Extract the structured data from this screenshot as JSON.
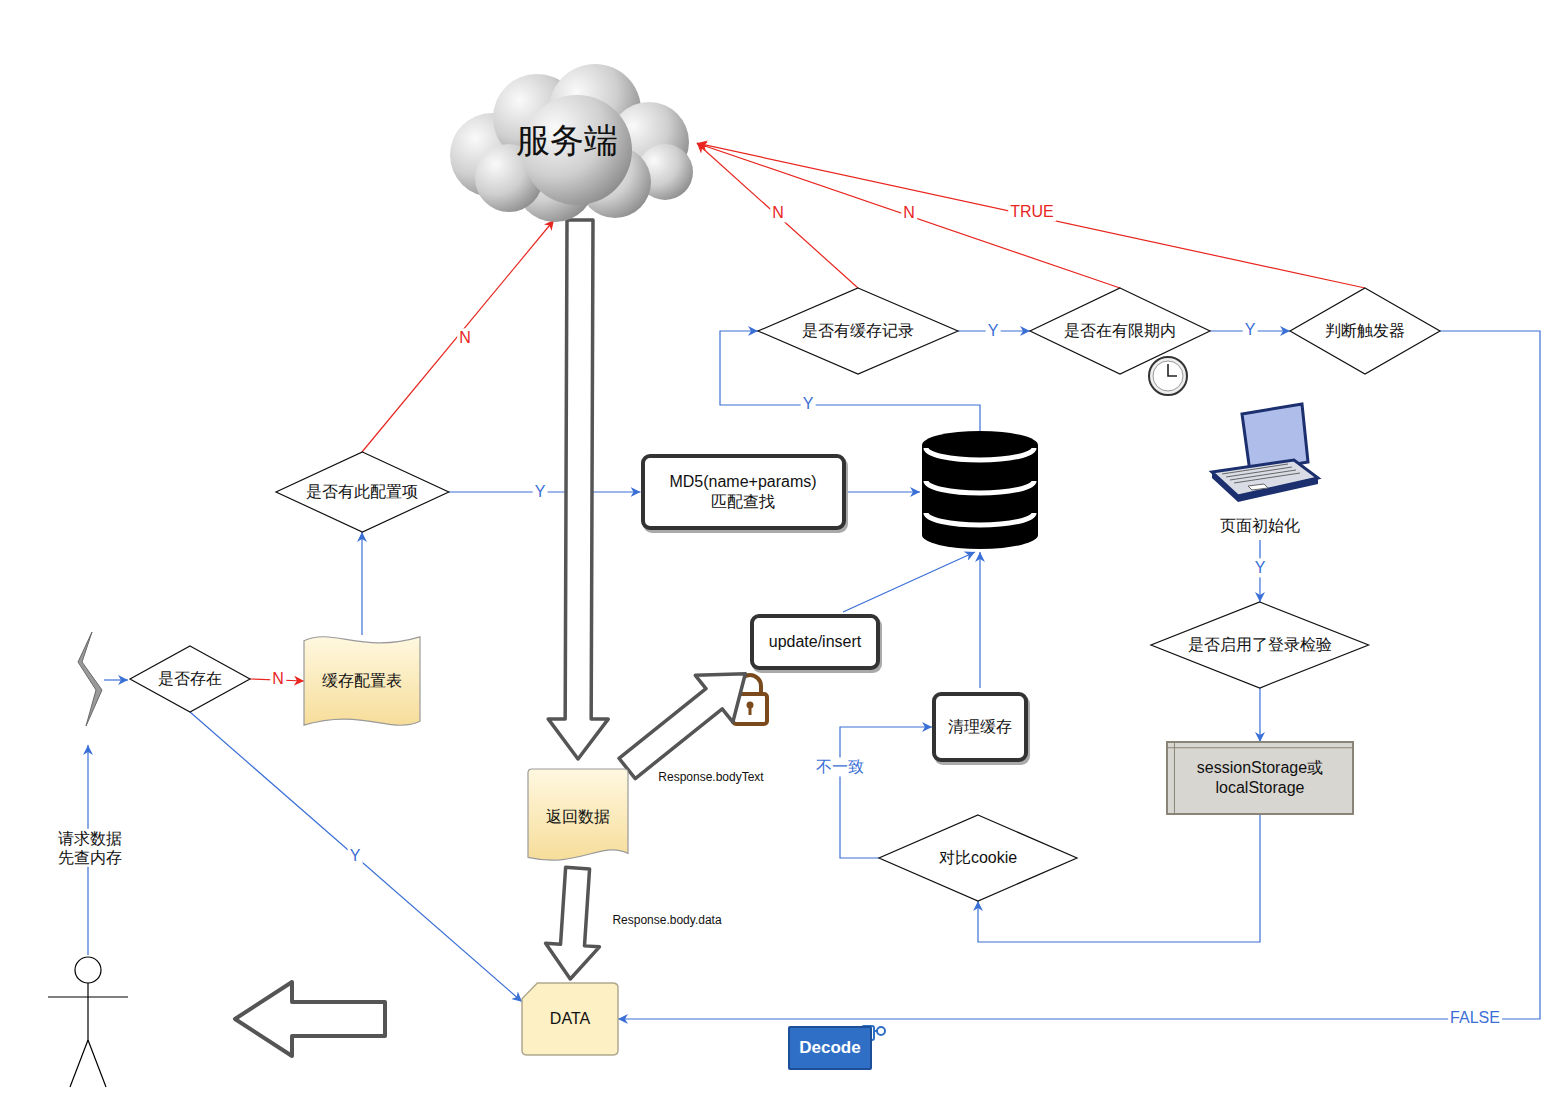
{
  "diagram": {
    "nodes": [
      {
        "text": [
          "服务端"
        ]
      },
      {
        "text": [
          "是否有缓存记录"
        ]
      },
      {
        "text": [
          "是否在有限期内"
        ]
      },
      {
        "text": [
          "判断触发器"
        ]
      },
      {
        "text": [
          "是否有此配置项"
        ]
      },
      {
        "text": [
          "MD5(name+params) 匹配查找"
        ]
      },
      {
        "text": [
          "页面初始化"
        ]
      },
      {
        "text": [
          "是否启用了登录检验"
        ]
      },
      {
        "text": [
          "update/insert"
        ]
      },
      {
        "text": [
          "是否存在"
        ]
      },
      {
        "text": [
          "缓存配置表"
        ]
      },
      {
        "text": [
          "清理缓存"
        ]
      },
      {
        "text": [
          "sessionStorage或 localStorage"
        ]
      },
      {
        "text": [
          "返回数据"
        ]
      },
      {
        "text": [
          "对比cookie"
        ]
      },
      {
        "text": [
          "DATA"
        ]
      },
      {
        "text": [
          "Decode"
        ]
      }
    ],
    "edges": [
      {
        "from": 9,
        "to": 10,
        "label": "N",
        "arrow": "to"
      },
      {
        "from": 9,
        "to": 15,
        "label": "Y",
        "arrow": "to"
      },
      {
        "from": 10,
        "to": 4,
        "arrow": "to"
      },
      {
        "from": 4,
        "to": 0,
        "label": "N",
        "arrow": "to"
      },
      {
        "from": 4,
        "to": 5,
        "label": "Y",
        "arrow": "to"
      },
      {
        "from": 1,
        "to": 0,
        "label": "N",
        "arrow": "to"
      },
      {
        "from": 1,
        "to": 2,
        "label": "Y",
        "arrow": "to"
      },
      {
        "from": 2,
        "to": 0,
        "label": "N",
        "arrow": "to"
      },
      {
        "from": 2,
        "to": 3,
        "label": "Y",
        "arrow": "to"
      },
      {
        "from": 3,
        "to": 0,
        "label": "TRUE",
        "arrow": "to"
      },
      {
        "from": 3,
        "to": 15,
        "label": "FALSE",
        "arrow": "to"
      },
      {
        "from": 6,
        "to": 7,
        "label": "Y",
        "arrow": "to"
      },
      {
        "from": 7,
        "to": 12,
        "arrow": "to"
      },
      {
        "from": 12,
        "to": 14,
        "arrow": "to"
      },
      {
        "from": 14,
        "to": 11,
        "label": "不一致",
        "arrow": "to"
      },
      {
        "from": 0,
        "to": 13,
        "arrow": "to"
      },
      {
        "from": 13,
        "to": 8,
        "label": "Response.bodyText",
        "arrow": "to"
      },
      {
        "from": 13,
        "to": 15,
        "label": "Response.body.data",
        "arrow": "to"
      }
    ],
    "labels": [
      "请求数据 先查内存",
      "Y"
    ]
  }
}
